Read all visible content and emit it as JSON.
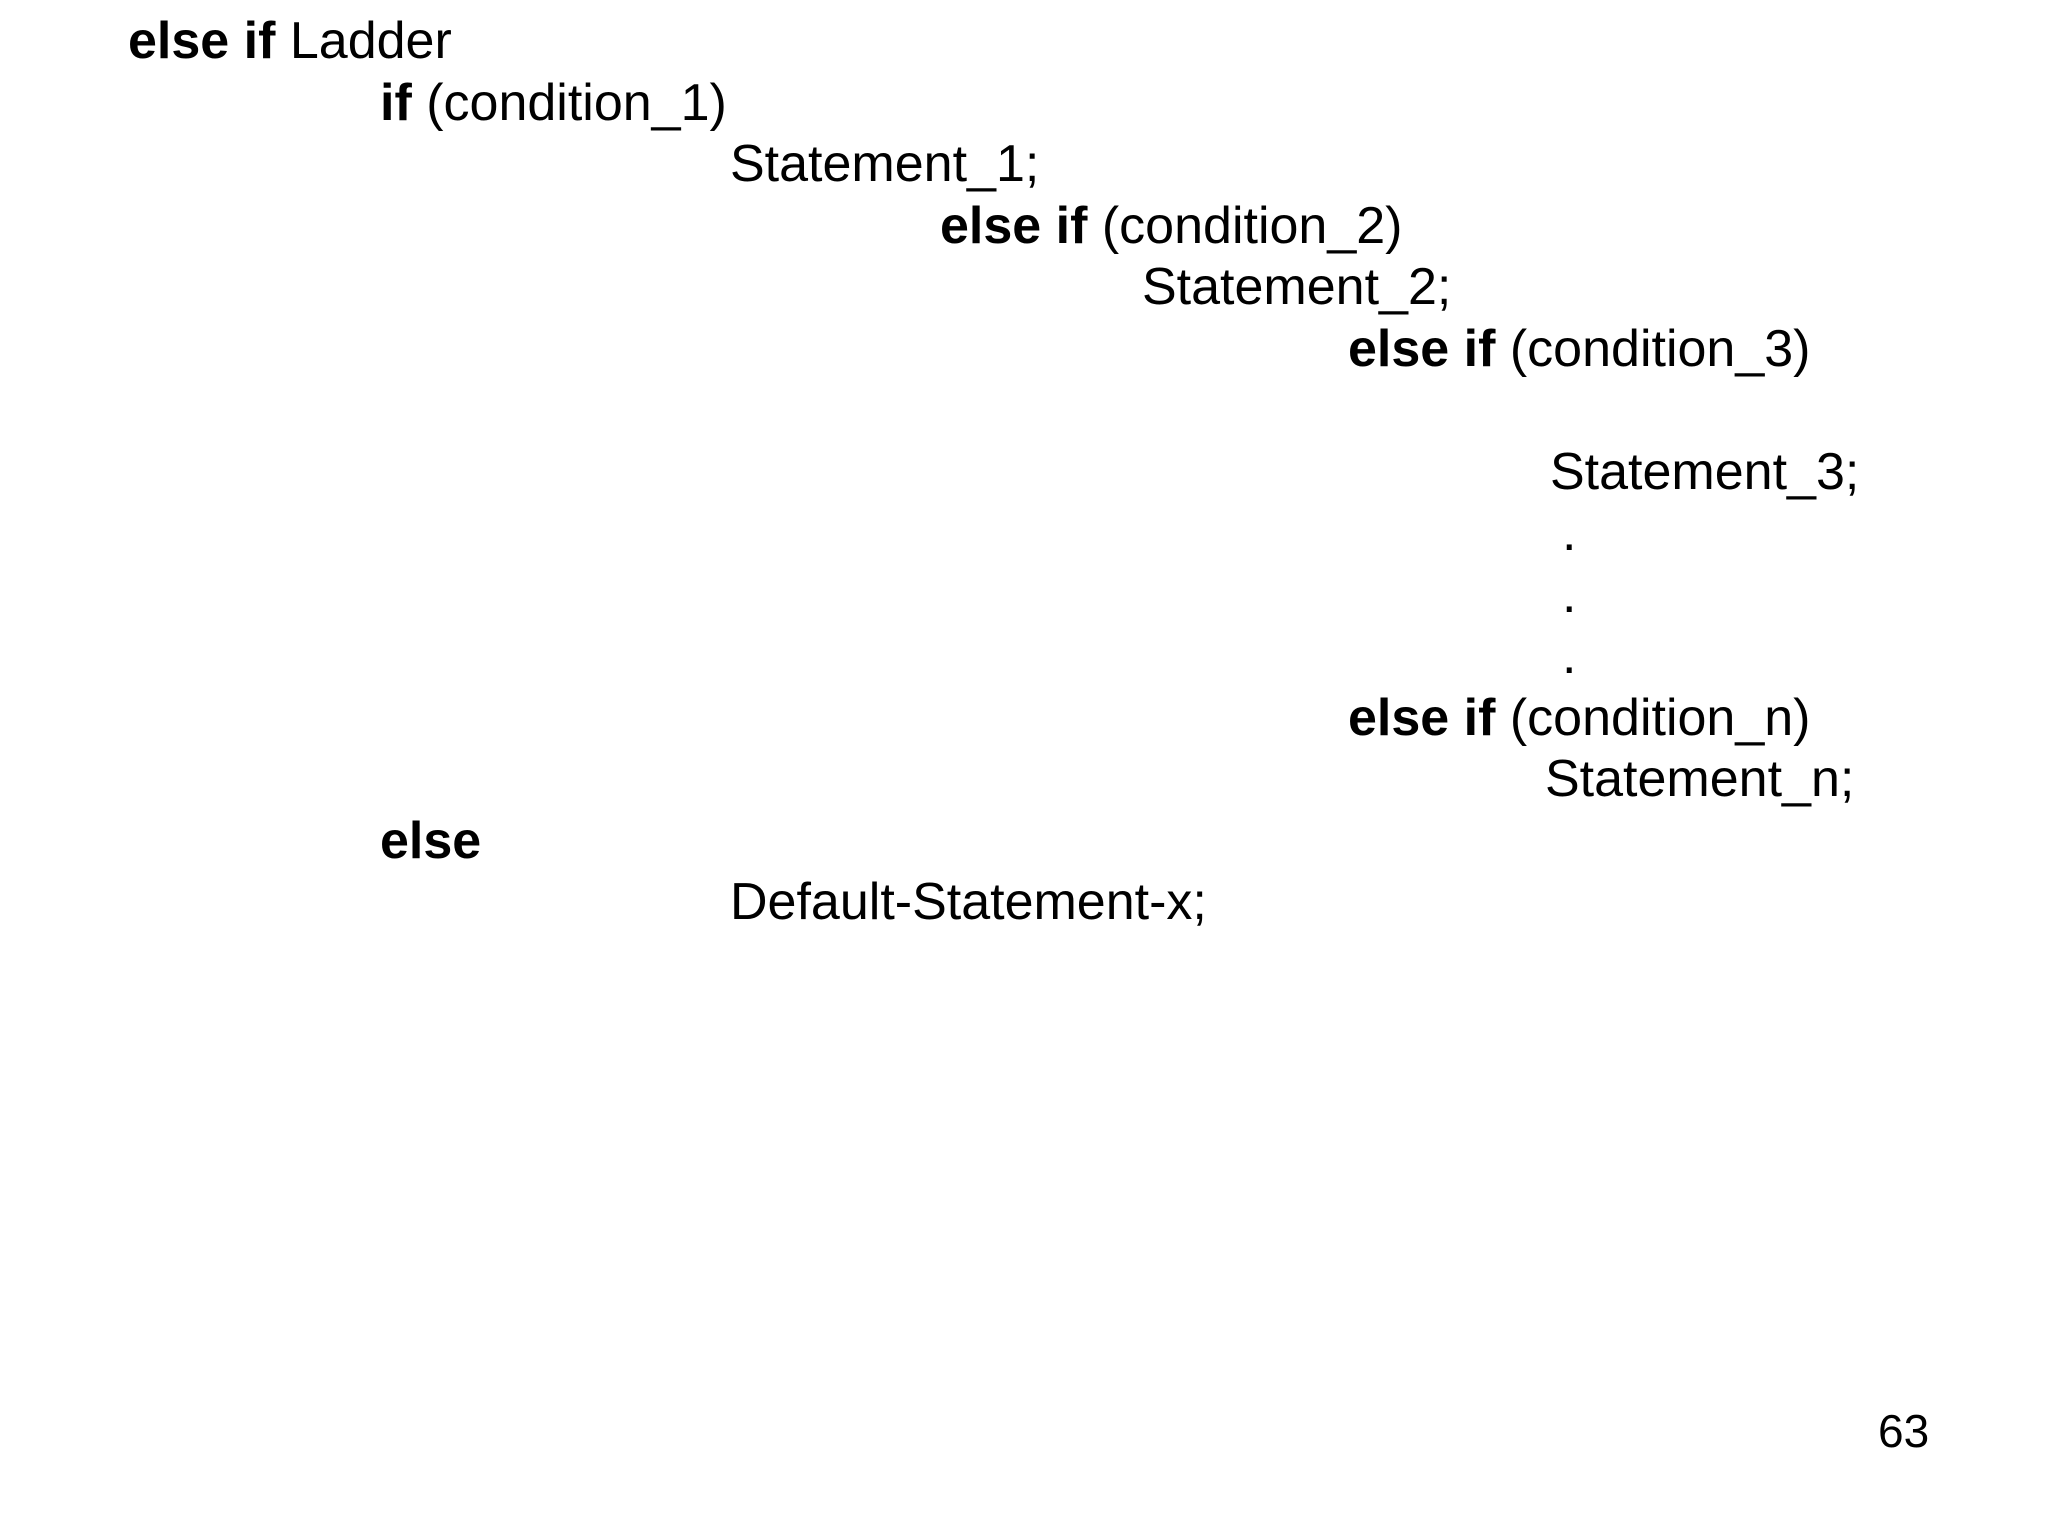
{
  "slide": {
    "title_line": "else if Ladder",
    "text_color": "#000000",
    "background_color": "#ffffff",
    "code": {
      "lines": [
        {
          "indent": 128,
          "segments": [
            {
              "text": "else if",
              "bold": true
            },
            {
              "text": " Ladder",
              "bold": false
            }
          ]
        },
        {
          "indent": 380,
          "segments": [
            {
              "text": "if",
              "bold": true
            },
            {
              "text": " (condition_1)",
              "bold": false
            }
          ]
        },
        {
          "indent": 730,
          "segments": [
            {
              "text": "Statement_1;",
              "bold": false
            }
          ]
        },
        {
          "indent": 940,
          "segments": [
            {
              "text": "else if",
              "bold": true
            },
            {
              "text": " (condition_2)",
              "bold": false
            }
          ]
        },
        {
          "indent": 1142,
          "segments": [
            {
              "text": "Statement_2;",
              "bold": false
            }
          ]
        },
        {
          "indent": 1348,
          "segments": [
            {
              "text": "else if",
              "bold": true
            },
            {
              "text": " (condition_3)",
              "bold": false
            }
          ]
        },
        {
          "indent": 0,
          "segments": []
        },
        {
          "indent": 1550,
          "segments": [
            {
              "text": "Statement_3;",
              "bold": false
            }
          ]
        },
        {
          "indent": 1562,
          "segments": [
            {
              "text": ".",
              "bold": false
            }
          ]
        },
        {
          "indent": 1562,
          "segments": [
            {
              "text": ".",
              "bold": false
            }
          ]
        },
        {
          "indent": 1562,
          "segments": [
            {
              "text": ".",
              "bold": false
            }
          ]
        },
        {
          "indent": 1348,
          "segments": [
            {
              "text": "else if",
              "bold": true
            },
            {
              "text": " (condition_n)",
              "bold": false
            }
          ]
        },
        {
          "indent": 1545,
          "segments": [
            {
              "text": "Statement_n;",
              "bold": false
            }
          ]
        },
        {
          "indent": 380,
          "segments": [
            {
              "text": "else",
              "bold": true
            }
          ]
        },
        {
          "indent": 730,
          "segments": [
            {
              "text": "Default-Statement-x;",
              "bold": false
            }
          ]
        }
      ]
    },
    "page_number": "63"
  }
}
